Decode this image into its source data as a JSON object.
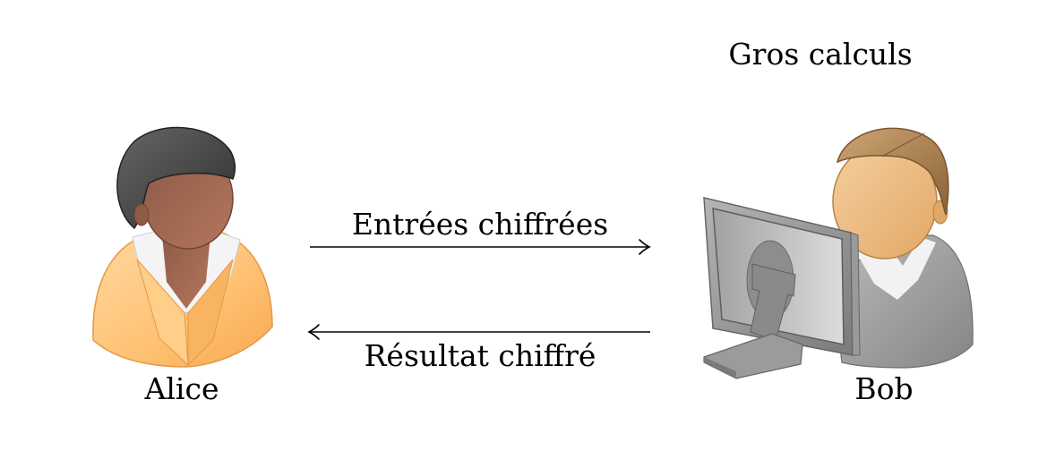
{
  "diagram": {
    "title": "Gros calculs",
    "participants": {
      "alice": {
        "name": "Alice",
        "icon": "woman-user-icon"
      },
      "bob": {
        "name": "Bob",
        "icon": "man-user-with-computer-icon"
      }
    },
    "messages": {
      "forward": {
        "label": "Entrées chiffrées",
        "from": "Alice",
        "to": "Bob"
      },
      "back": {
        "label": "Résultat chiffré",
        "from": "Bob",
        "to": "Alice"
      }
    }
  }
}
